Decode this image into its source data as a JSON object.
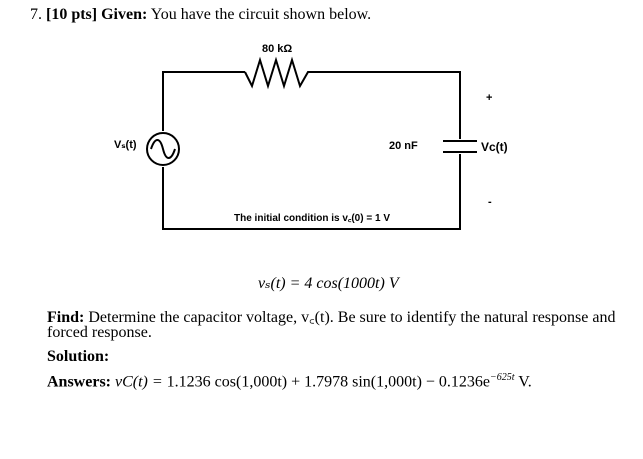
{
  "problem": {
    "number": "7.",
    "points": "[10 pts]",
    "given_label": "Given:",
    "given_text": "You have the circuit shown below."
  },
  "circuit": {
    "resistor_label": "80 kΩ",
    "source_label": "Vₛ(t)",
    "capacitor_label": "20 nF",
    "plus_sign": "+",
    "minus_sign": "-",
    "vc_label": "Vc(t)",
    "initial_condition": "The initial condition is v꜀(0) = 1 V"
  },
  "equation": "vₛ(t) = 4 cos(1000t) V",
  "find": {
    "label": "Find:",
    "text_line1": "Determine the capacitor voltage, v꜀(t). Be sure to identify the natural response and",
    "text_line2": "forced response."
  },
  "solution": {
    "label": "Solution:"
  },
  "answers": {
    "label": "Answers:",
    "lhs": "vC(t) = ",
    "body": "1.1236 cos(1,000t) + 1.7978 sin(1,000t) − 0.1236e",
    "exponent": "−625t",
    "tail": " V."
  },
  "colors": {
    "text": "#000000",
    "wire": "#000000",
    "background": "#ffffff"
  }
}
